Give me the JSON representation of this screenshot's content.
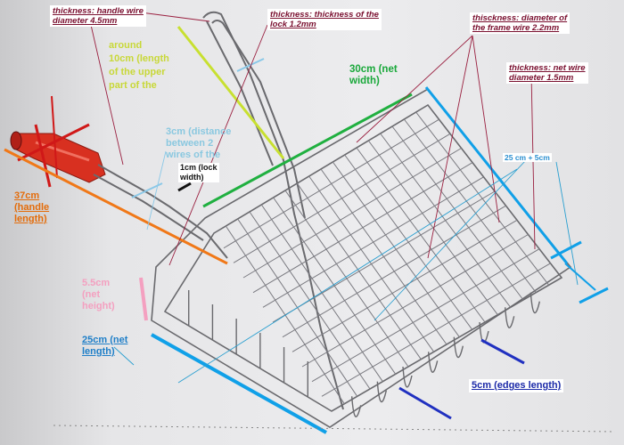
{
  "labels": {
    "handle_wire": "thickness: handle wire\ndiameter 4.5mm",
    "lock_thickness": "thickness: thickness of the\nlock 1.2mm",
    "frame_wire": "thisckness: diameter of\nthe frame wire 2.2mm",
    "net_wire": "thickness: net wire\ndiameter 1.5mm",
    "upper_length": "around\n10cm (length\nof the upper\npart of the",
    "net_width": "30cm (net\nwidth)",
    "wire_distance": "3cm (distance\nbetween 2\nwires of the",
    "lock_width": "1cm (lock\nwidth)",
    "size_25_5": "25 cm + 5cm",
    "handle_length": "37cm\n(handle\nlength)",
    "net_height": "5.5cm\n(net\nheight)",
    "net_length": "25cm (net\nlength)",
    "edges_length": "5cm (edges length)"
  },
  "colors": {
    "red": "#d01818",
    "orange": "#f07818",
    "green": "#20b040",
    "yellow": "#c8e030",
    "light_blue": "#8ac8e8",
    "pink": "#f4a0c0",
    "blue": "#10a0e8",
    "navy": "#2030c0",
    "wire": "#6a6a6e",
    "handle_grip": "#d83020"
  }
}
